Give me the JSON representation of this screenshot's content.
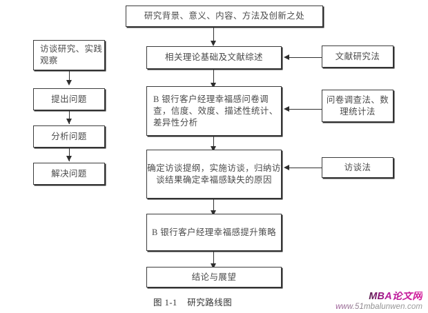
{
  "figure": {
    "caption": "图 1-1    研究路线图"
  },
  "watermark": {
    "title": "MBA论文网",
    "url": "www.51mbalunwen.com"
  },
  "flow": {
    "top": {
      "label": "研究背景、意义、内容、方法及创新之处"
    },
    "main_column": [
      {
        "label": "相关理论基础及文献综述"
      },
      {
        "label": "B 银行客户经理幸福感问卷调查，信度、效度、描述性统计、差异性分析"
      },
      {
        "label": "确定访谈提纲，实施访谈，归纳访谈结果确定幸福感缺失的原因"
      },
      {
        "label": "B 银行客户经理幸福感提升策略"
      },
      {
        "label": "结论与展望"
      }
    ],
    "left_column": [
      {
        "label": "访谈研究、实践观察"
      },
      {
        "label": "提出问题"
      },
      {
        "label": "分析问题"
      },
      {
        "label": "解决问题"
      }
    ],
    "right_column": [
      {
        "label": "文献研究法"
      },
      {
        "label": "问卷调查法、数理统计法"
      },
      {
        "label": "访谈法"
      }
    ]
  }
}
